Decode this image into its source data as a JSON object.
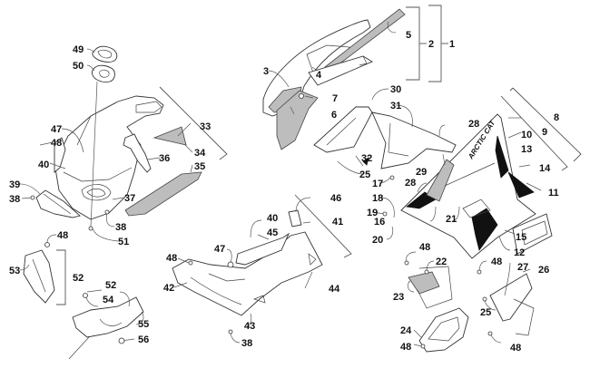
{
  "diagram": {
    "title": "Hood and Body Panel Assembly (exploded view)",
    "brand_decal_text": "ARCTIC CAT",
    "colors": {
      "line": "#333333",
      "label": "#111111",
      "fill_grey": "#d9d9d9",
      "fill_black": "#111111",
      "background": "#ffffff"
    },
    "callouts": [
      {
        "id": "1",
        "text": "1"
      },
      {
        "id": "2",
        "text": "2"
      },
      {
        "id": "3",
        "text": "3"
      },
      {
        "id": "4",
        "text": "4"
      },
      {
        "id": "5",
        "text": "5"
      },
      {
        "id": "6",
        "text": "6"
      },
      {
        "id": "7",
        "text": "7"
      },
      {
        "id": "8",
        "text": "8"
      },
      {
        "id": "9",
        "text": "9"
      },
      {
        "id": "10",
        "text": "10"
      },
      {
        "id": "11",
        "text": "11"
      },
      {
        "id": "12",
        "text": "12"
      },
      {
        "id": "13",
        "text": "13"
      },
      {
        "id": "14",
        "text": "14"
      },
      {
        "id": "15",
        "text": "15"
      },
      {
        "id": "16",
        "text": "16"
      },
      {
        "id": "17",
        "text": "17"
      },
      {
        "id": "18",
        "text": "18"
      },
      {
        "id": "19",
        "text": "19"
      },
      {
        "id": "20",
        "text": "20"
      },
      {
        "id": "21",
        "text": "21"
      },
      {
        "id": "22",
        "text": "22"
      },
      {
        "id": "23",
        "text": "23"
      },
      {
        "id": "24",
        "text": "24"
      },
      {
        "id": "25a",
        "text": "25"
      },
      {
        "id": "25b",
        "text": "25"
      },
      {
        "id": "26",
        "text": "26"
      },
      {
        "id": "27",
        "text": "27"
      },
      {
        "id": "28a",
        "text": "28"
      },
      {
        "id": "28b",
        "text": "28"
      },
      {
        "id": "29",
        "text": "29"
      },
      {
        "id": "30",
        "text": "30"
      },
      {
        "id": "31",
        "text": "31"
      },
      {
        "id": "32",
        "text": "32"
      },
      {
        "id": "33",
        "text": "33"
      },
      {
        "id": "34",
        "text": "34"
      },
      {
        "id": "35",
        "text": "35"
      },
      {
        "id": "36",
        "text": "36"
      },
      {
        "id": "37",
        "text": "37"
      },
      {
        "id": "38a",
        "text": "38"
      },
      {
        "id": "38b",
        "text": "38"
      },
      {
        "id": "38c",
        "text": "38"
      },
      {
        "id": "39",
        "text": "39"
      },
      {
        "id": "40a",
        "text": "40"
      },
      {
        "id": "40b",
        "text": "40"
      },
      {
        "id": "41",
        "text": "41"
      },
      {
        "id": "42",
        "text": "42"
      },
      {
        "id": "43",
        "text": "43"
      },
      {
        "id": "44",
        "text": "44"
      },
      {
        "id": "45",
        "text": "45"
      },
      {
        "id": "46",
        "text": "46"
      },
      {
        "id": "47a",
        "text": "47"
      },
      {
        "id": "47b",
        "text": "47"
      },
      {
        "id": "48a",
        "text": "48"
      },
      {
        "id": "48b",
        "text": "48"
      },
      {
        "id": "48c",
        "text": "48"
      },
      {
        "id": "48d",
        "text": "48"
      },
      {
        "id": "48e",
        "text": "48"
      },
      {
        "id": "48f",
        "text": "48"
      },
      {
        "id": "48g",
        "text": "48"
      },
      {
        "id": "49",
        "text": "49"
      },
      {
        "id": "50",
        "text": "50"
      },
      {
        "id": "51",
        "text": "51"
      },
      {
        "id": "52a",
        "text": "52"
      },
      {
        "id": "52b",
        "text": "52"
      },
      {
        "id": "53",
        "text": "53"
      },
      {
        "id": "54",
        "text": "54"
      },
      {
        "id": "55",
        "text": "55"
      },
      {
        "id": "56",
        "text": "56"
      }
    ]
  }
}
